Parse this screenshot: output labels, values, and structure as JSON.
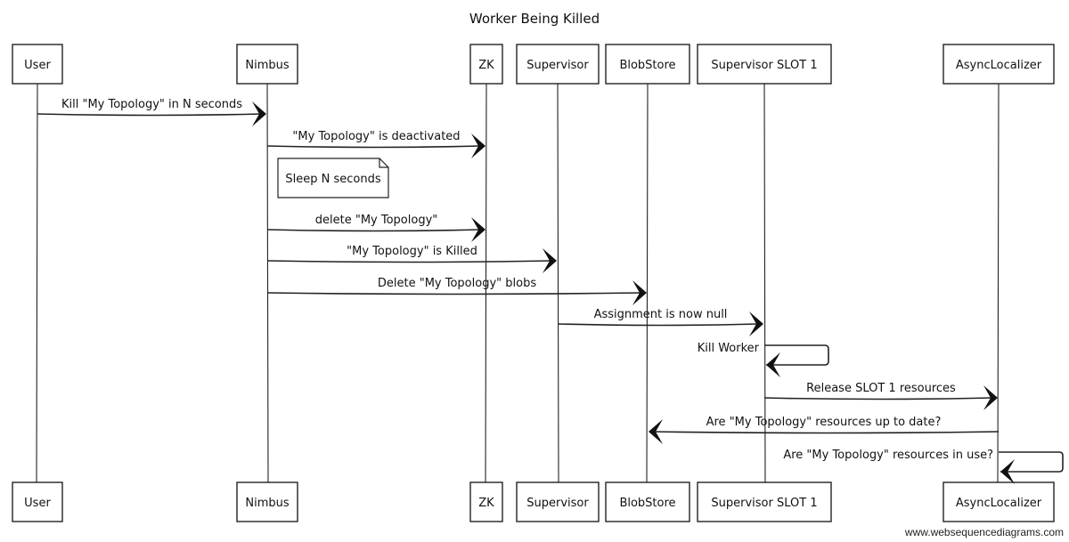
{
  "diagram": {
    "title": "Worker Being Killed",
    "participants": [
      {
        "id": "user",
        "label": "User"
      },
      {
        "id": "nimbus",
        "label": "Nimbus"
      },
      {
        "id": "zk",
        "label": "ZK"
      },
      {
        "id": "supervisor",
        "label": "Supervisor"
      },
      {
        "id": "blobstore",
        "label": "BlobStore"
      },
      {
        "id": "slot1",
        "label": "Supervisor SLOT 1"
      },
      {
        "id": "async",
        "label": "AsyncLocalizer"
      }
    ],
    "events": [
      {
        "type": "message",
        "from": "user",
        "to": "nimbus",
        "label": "Kill \"My Topology\" in N seconds"
      },
      {
        "type": "message",
        "from": "nimbus",
        "to": "zk",
        "label": "\"My Topology\" is deactivated"
      },
      {
        "type": "note",
        "over": "nimbus",
        "label": "Sleep N seconds"
      },
      {
        "type": "message",
        "from": "nimbus",
        "to": "zk",
        "label": "delete \"My Topology\""
      },
      {
        "type": "message",
        "from": "nimbus",
        "to": "supervisor",
        "label": "\"My Topology\" is Killed"
      },
      {
        "type": "message",
        "from": "nimbus",
        "to": "blobstore",
        "label": "Delete \"My Topology\" blobs"
      },
      {
        "type": "message",
        "from": "supervisor",
        "to": "slot1",
        "label": "Assignment is now null"
      },
      {
        "type": "self",
        "from": "slot1",
        "to": "slot1",
        "label": "Kill Worker"
      },
      {
        "type": "message",
        "from": "slot1",
        "to": "async",
        "label": "Release SLOT 1 resources"
      },
      {
        "type": "message",
        "from": "async",
        "to": "blobstore",
        "label": "Are \"My Topology\" resources up to date?"
      },
      {
        "type": "self",
        "from": "async",
        "to": "async",
        "label": "Are \"My Topology\" resources in use?"
      }
    ]
  },
  "footer": {
    "watermark": "www.websequencediagrams.com"
  }
}
